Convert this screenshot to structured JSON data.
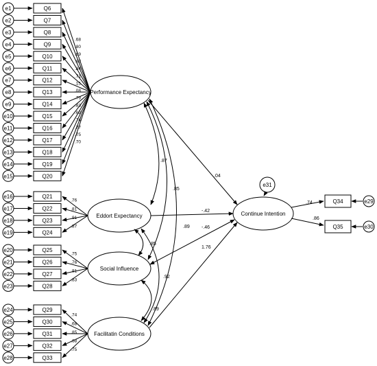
{
  "diagram": {
    "errors_pe": [
      "e1",
      "e2",
      "e3",
      "e4",
      "e5",
      "e6",
      "e7",
      "e8",
      "e9",
      "e10",
      "e11",
      "e12",
      "e13",
      "e14",
      "e15"
    ],
    "items_pe": [
      "Q6",
      "Q7",
      "Q8",
      "Q9",
      "Q10",
      "Q11",
      "Q12",
      "Q13",
      "Q14",
      "Q15",
      "Q16",
      "Q17",
      "Q18",
      "Q19",
      "Q20"
    ],
    "loadings_pe": [
      ".68",
      ".80",
      ".69",
      ".87",
      ".84",
      ".71",
      ".15",
      ".08",
      ".79",
      ".83",
      ".62",
      ".74",
      ".77",
      ".75",
      ".70"
    ],
    "errors_ee": [
      "e16",
      "e17",
      "e18",
      "e19"
    ],
    "items_ee": [
      "Q21",
      "Q22",
      "Q23",
      "Q24"
    ],
    "loadings_ee": [
      ".76",
      ".81",
      ".91",
      ".87"
    ],
    "errors_si": [
      "e20",
      "e21",
      "e22",
      "e23"
    ],
    "items_si": [
      "Q25",
      "Q26",
      "Q27",
      "Q28"
    ],
    "loadings_si": [
      ".75",
      ".76",
      ".81",
      ".83"
    ],
    "errors_fc": [
      "e24",
      "e25",
      "e26",
      "e27",
      "e28"
    ],
    "items_fc": [
      "Q29",
      "Q30",
      "Q31",
      "Q32",
      "Q33"
    ],
    "loadings_fc": [
      ".74",
      ".68",
      ".85",
      ".68",
      ".75"
    ],
    "latents": {
      "pe": "Performance Expectancy",
      "ee": "Eddort Expectancy",
      "si": "Social Influence",
      "fc": "Facilitatin Conditions",
      "ci": "Continue Intention"
    },
    "ci_error": "e31",
    "outcome_items": [
      "Q34",
      "Q35"
    ],
    "outcome_errors": [
      "e29",
      "e30"
    ],
    "outcome_loadings": [
      ".74",
      ".86"
    ],
    "paths": {
      "pe": ".04",
      "ee": "-.42",
      "si": "-.46",
      "fc": "1.76"
    },
    "correlations": {
      "pe_ee": ".87",
      "pe_si": ".85",
      "pe_fc": ".89",
      "ee_si": ".85",
      "ee_fc": ".92",
      "si_fc": ".89"
    }
  }
}
